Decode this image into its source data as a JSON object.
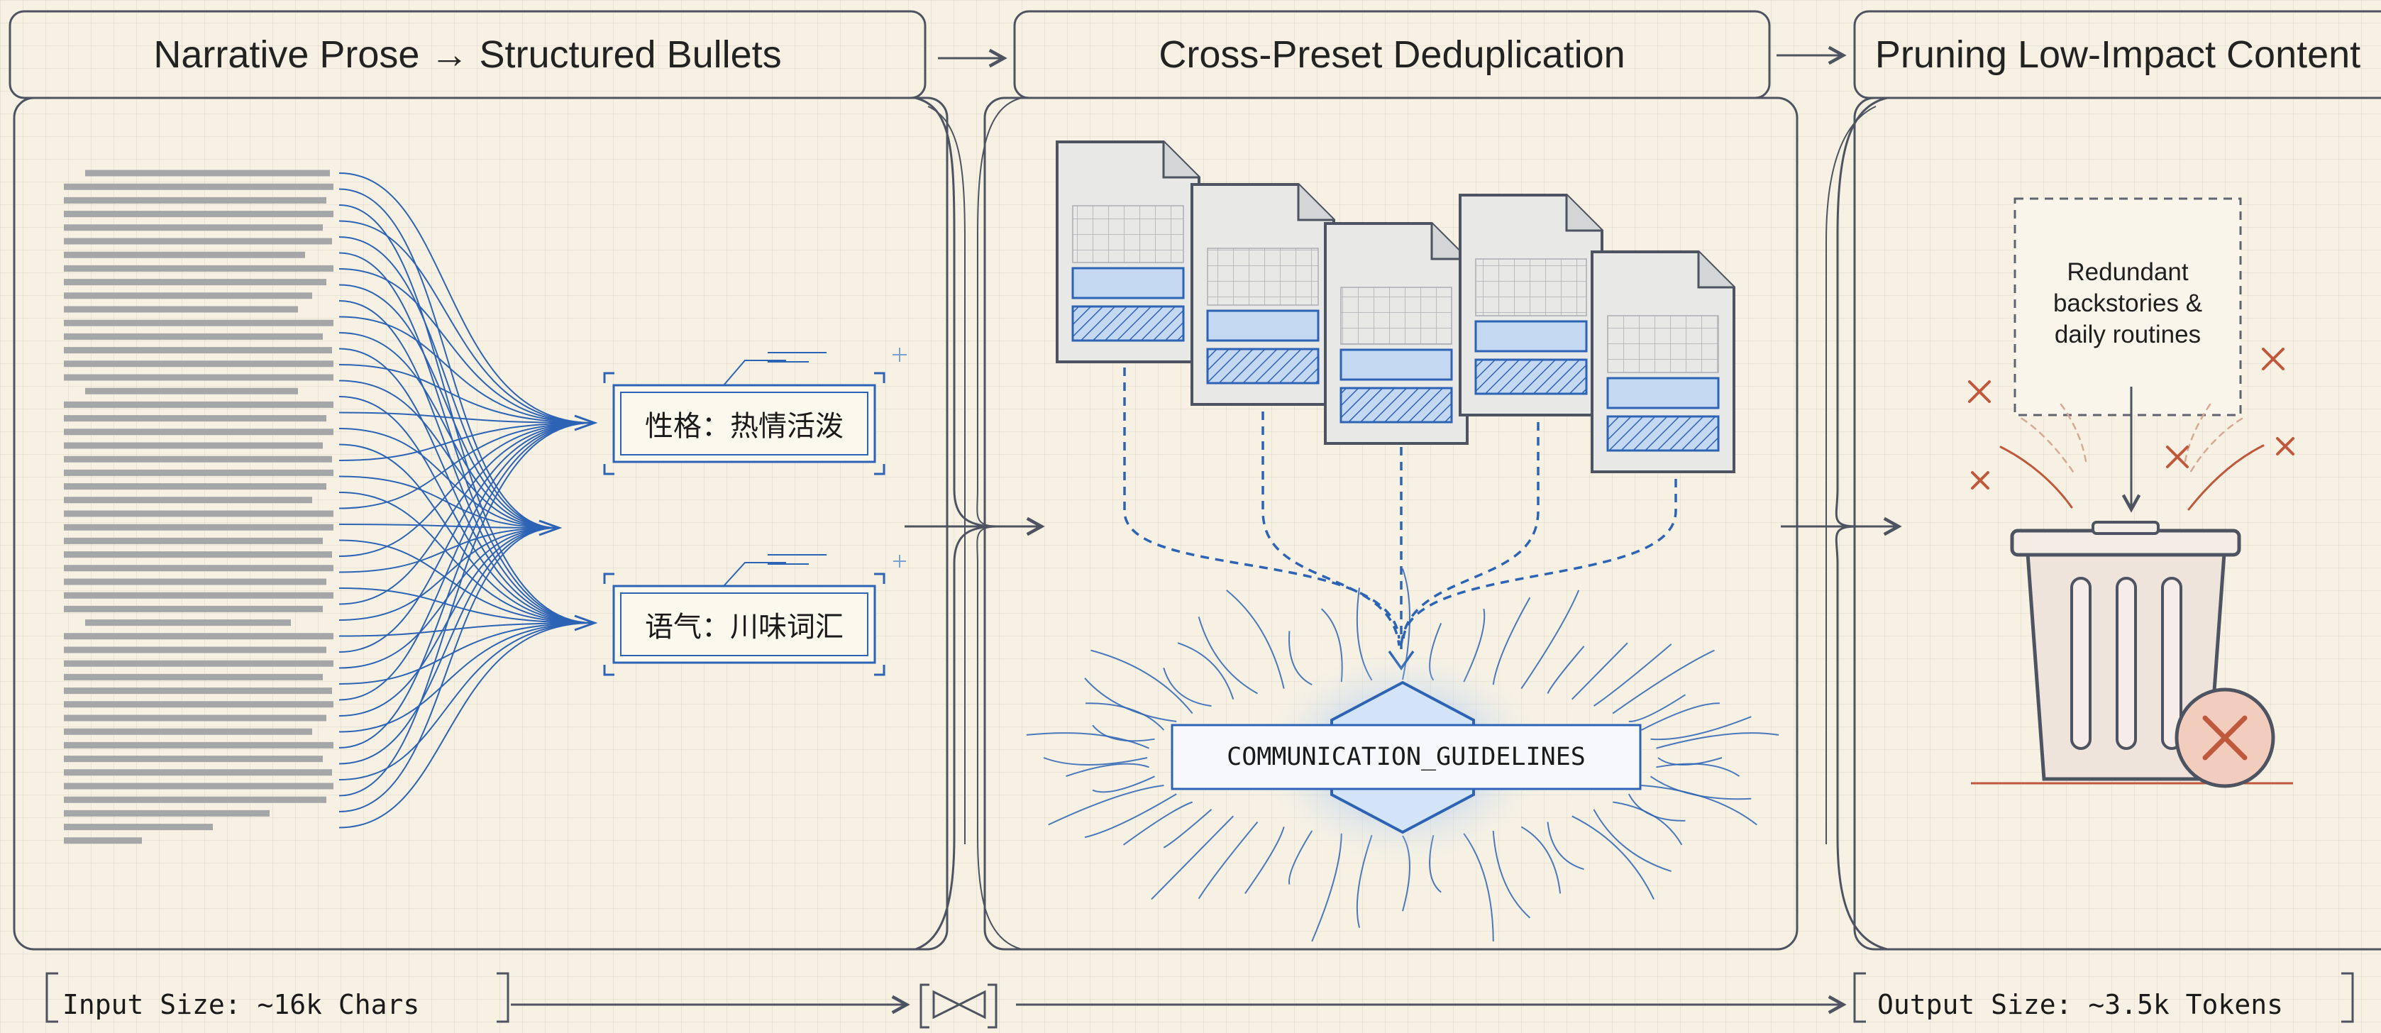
{
  "panels": [
    {
      "title": "Narrative Prose → Structured Bullets"
    },
    {
      "title": "Cross-Preset Deduplication"
    },
    {
      "title": "Pruning Low-Impact Content"
    }
  ],
  "bullets": [
    {
      "text": "性格：热情活泼"
    },
    {
      "text": "语气：川味词汇"
    }
  ],
  "dedup": {
    "node_label": "COMMUNICATION_GUIDELINES",
    "document_count": 5
  },
  "pruning": {
    "note": "Redundant\nbackstories &\ndaily routines"
  },
  "stats": {
    "input": "Input Size: ~16k Chars",
    "output": "Output Size: ~3.5k Tokens"
  },
  "colors": {
    "ink": "#4d5360",
    "blue": "#2d63b4",
    "blue_fill": "#c5d8f2",
    "paper": "#e9e9e7",
    "red": "#c0583d",
    "red_soft": "#f2cdbd"
  },
  "icons": [
    "document-icon",
    "trash-can-icon",
    "delete-x-icon",
    "hexagon-icon"
  ]
}
